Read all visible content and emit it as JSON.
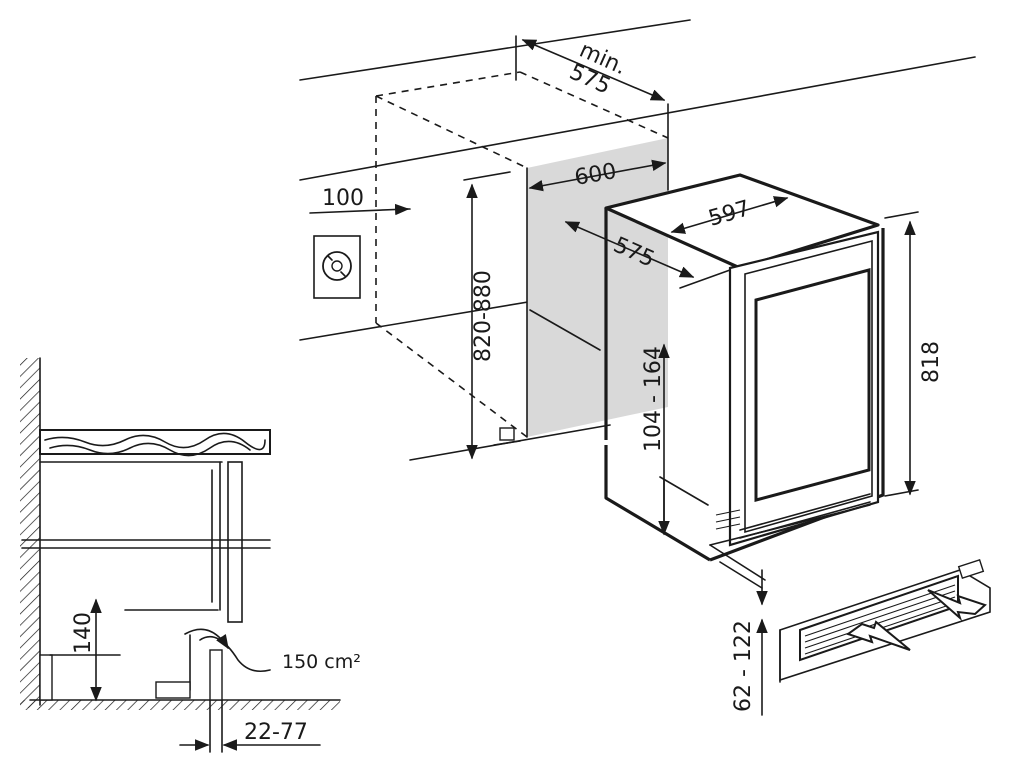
{
  "dimensions": {
    "niche_depth_min_label": "min.",
    "niche_depth_min": "575",
    "niche_width": "600",
    "outlet_offset": "100",
    "niche_height": "820-880",
    "appliance_width": "597",
    "appliance_depth": "575",
    "appliance_height": "818",
    "plinth_range": "104 - 164",
    "foot_range": "62 - 122",
    "side_height": "140",
    "vent_area": "150 cm²",
    "door_offset": "22-77"
  },
  "colors": {
    "line": "#1a1a1a",
    "niche_fill": "#d9d9d9",
    "countertop_fill": "#ffffff"
  },
  "icons": [
    "power-socket-icon",
    "airflow-arrow-icon"
  ]
}
